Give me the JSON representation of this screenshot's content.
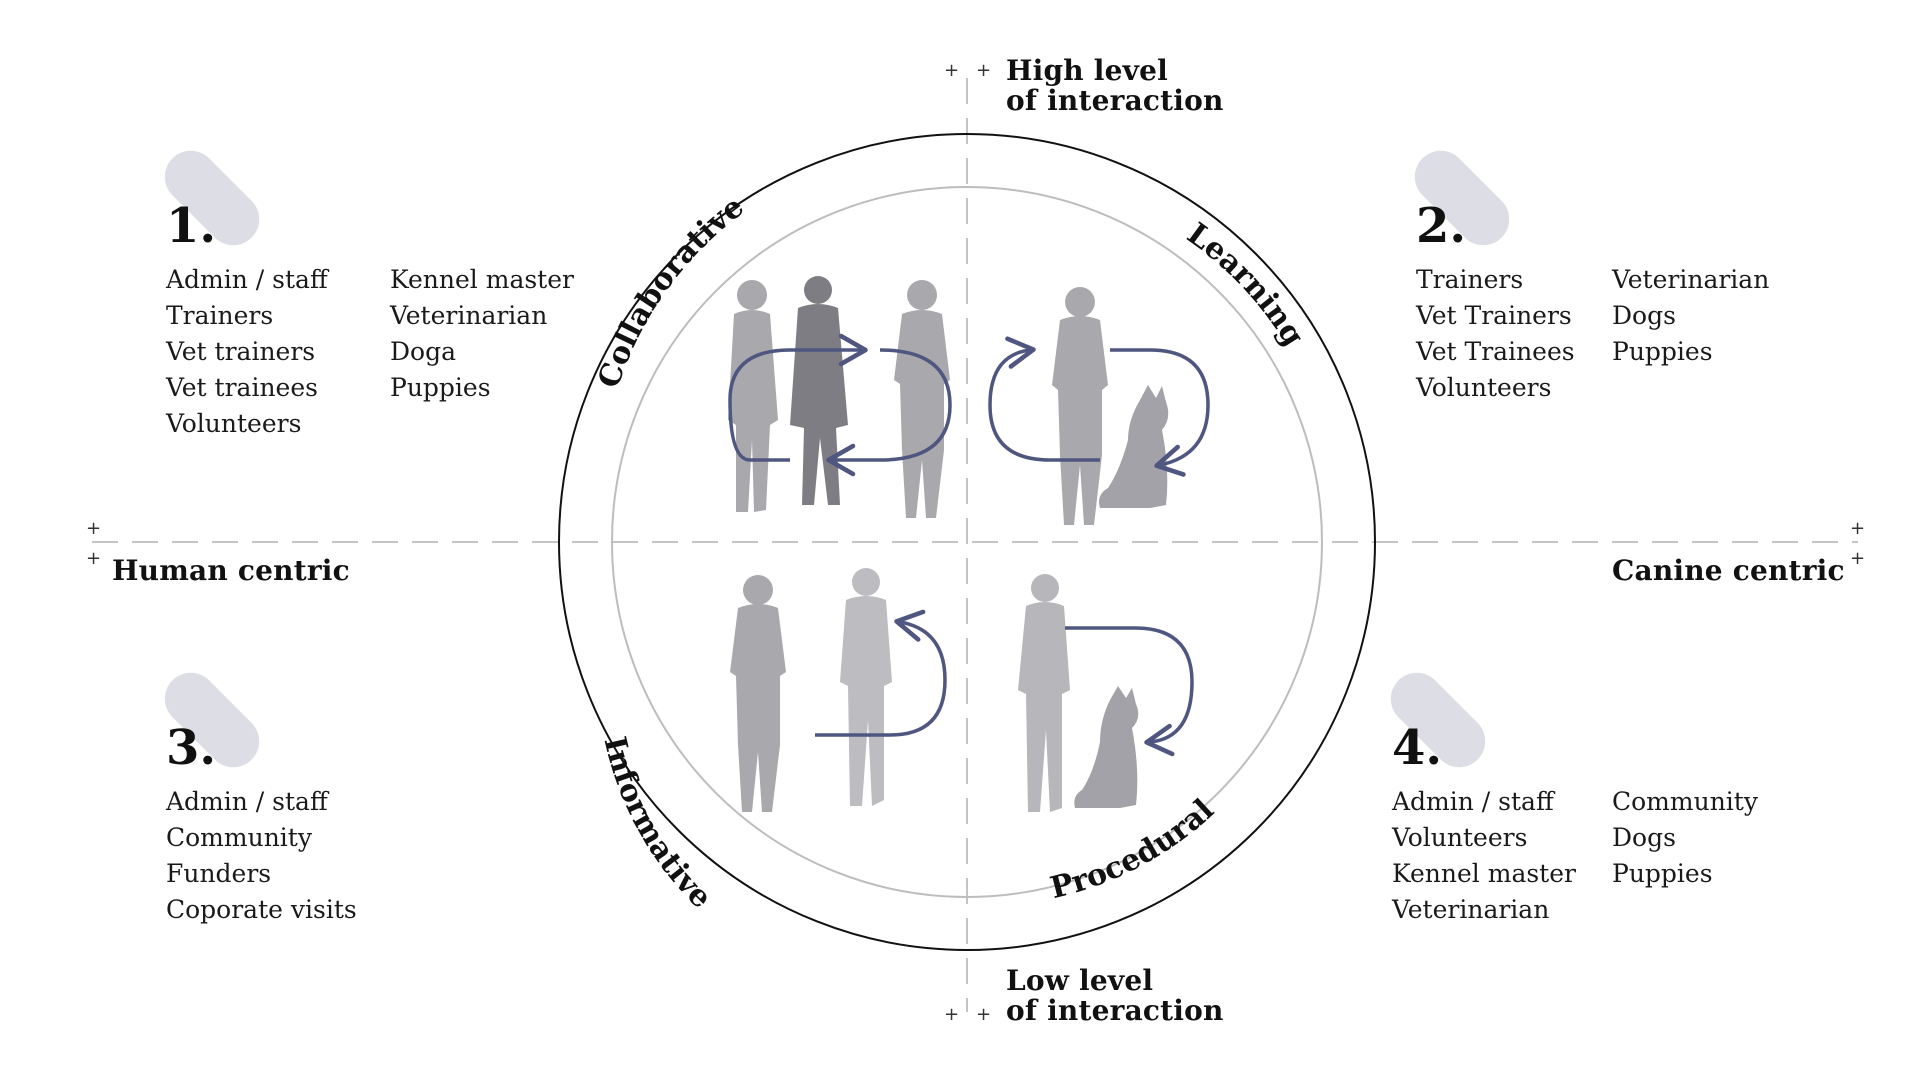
{
  "axes": {
    "top": [
      "High level",
      "of interaction"
    ],
    "bottom": [
      "Low level",
      "of interaction"
    ],
    "left": "Human centric",
    "right": "Canine centric",
    "plus_marks": [
      "+",
      "+",
      "+",
      "+",
      "+",
      "+",
      "+",
      "+"
    ]
  },
  "quadrants": [
    {
      "label": "Collaborative",
      "figures": [
        "person",
        "person",
        "person"
      ]
    },
    {
      "label": "Learning",
      "figures": [
        "person",
        "dog"
      ]
    },
    {
      "label": "Informative",
      "figures": [
        "person",
        "person"
      ]
    },
    {
      "label": "Procedural",
      "figures": [
        "person",
        "dog"
      ]
    }
  ],
  "groups": [
    {
      "number": "1.",
      "col1": [
        "Admin / staff",
        "Trainers",
        "Vet trainers",
        "Vet trainees",
        "Volunteers"
      ],
      "col2": [
        "Kennel master",
        "Veterinarian",
        "Doga",
        "Puppies"
      ]
    },
    {
      "number": "2.",
      "col1": [
        "Trainers",
        "Vet Trainers",
        "Vet Trainees",
        "Volunteers"
      ],
      "col2": [
        "Veterinarian",
        "Dogs",
        "Puppies"
      ]
    },
    {
      "number": "3.",
      "col1": [
        "Admin / staff",
        "Community",
        "Funders",
        "Coporate visits"
      ],
      "col2": []
    },
    {
      "number": "4.",
      "col1": [
        "Admin / staff",
        "Volunteers",
        "Kennel master",
        "Veterinarian"
      ],
      "col2": [
        "Community",
        "Dogs",
        "Puppies"
      ]
    }
  ],
  "colors": {
    "arrow": "#4f5680",
    "pill": "#dddde6",
    "dashed_line": "#c4c4c4",
    "outer_circle": "#111111",
    "inner_circle": "#bdbdbd"
  }
}
